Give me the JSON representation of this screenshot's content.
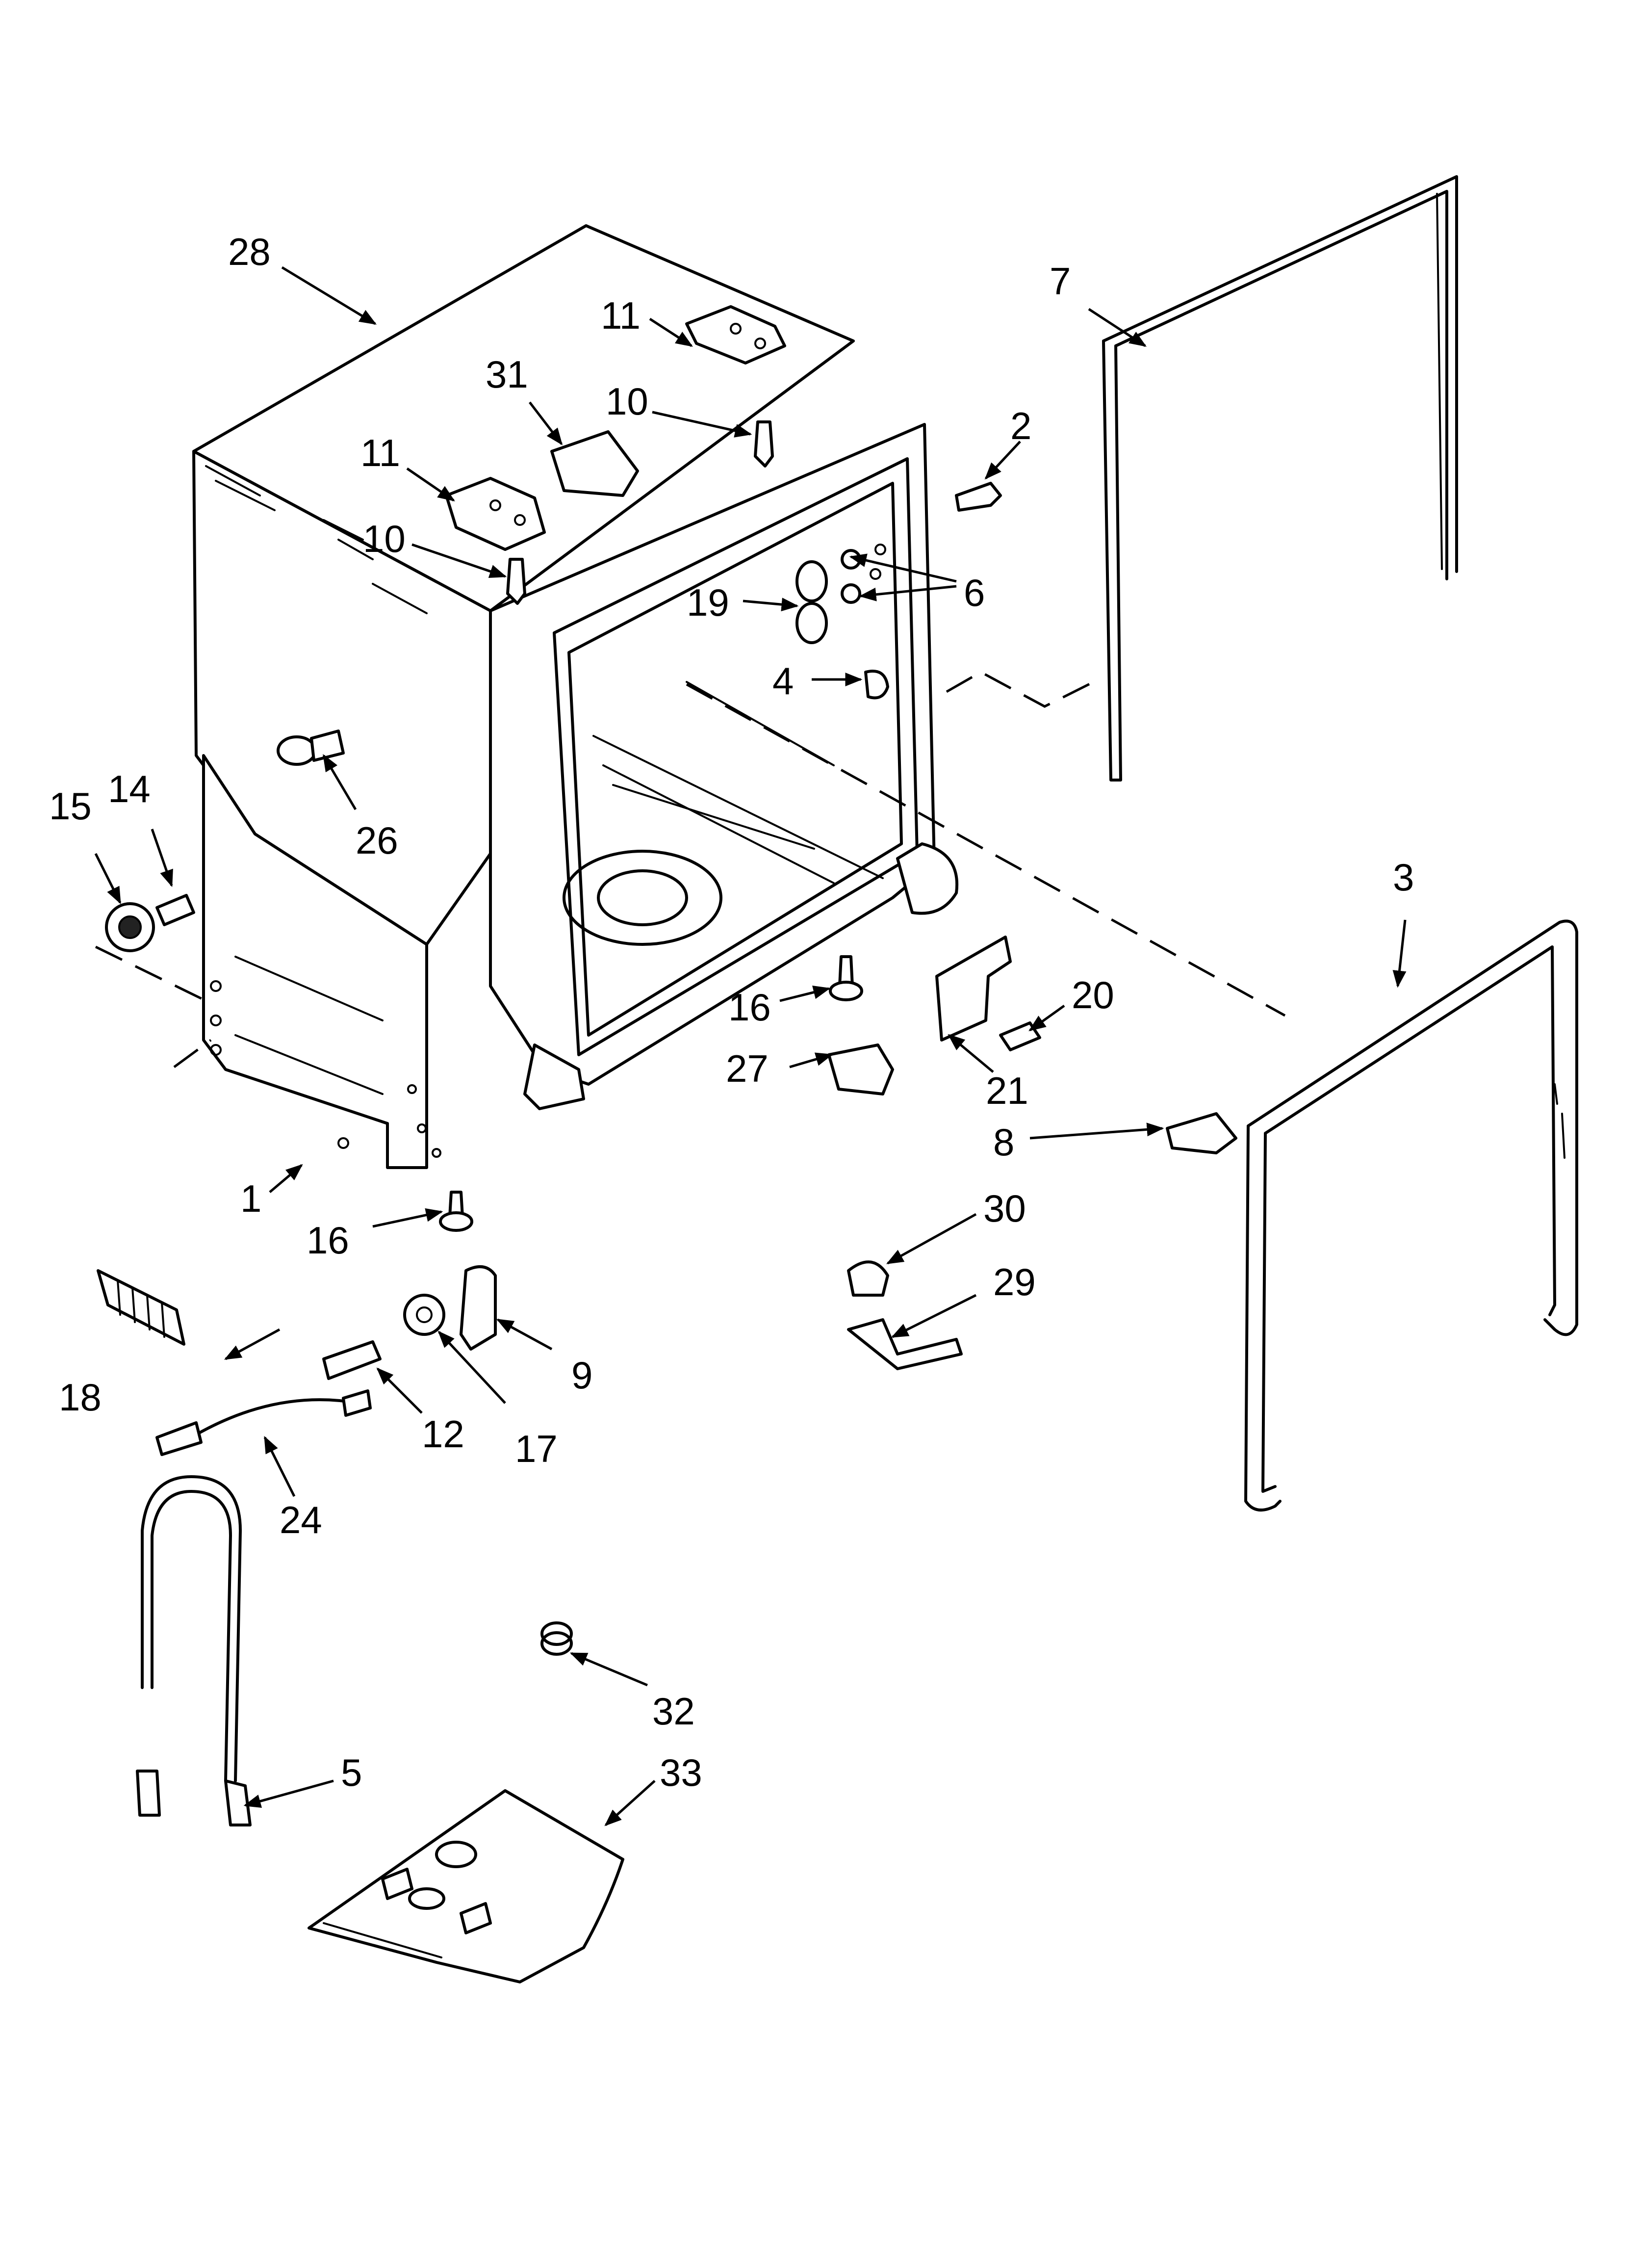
{
  "callouts": {
    "c1": "1",
    "c2": "2",
    "c3": "3",
    "c4": "4",
    "c5": "5",
    "c6": "6",
    "c7": "7",
    "c8": "8",
    "c9": "9",
    "c10a": "10",
    "c10b": "10",
    "c11a": "11",
    "c11b": "11",
    "c12": "12",
    "c14": "14",
    "c15": "15",
    "c16a": "16",
    "c16b": "16",
    "c17": "17",
    "c18": "18",
    "c19": "19",
    "c20": "20",
    "c21": "21",
    "c24": "24",
    "c26": "26",
    "c27": "27",
    "c28": "28",
    "c29": "29",
    "c30": "30",
    "c31": "31",
    "c32": "32",
    "c33": "33"
  }
}
